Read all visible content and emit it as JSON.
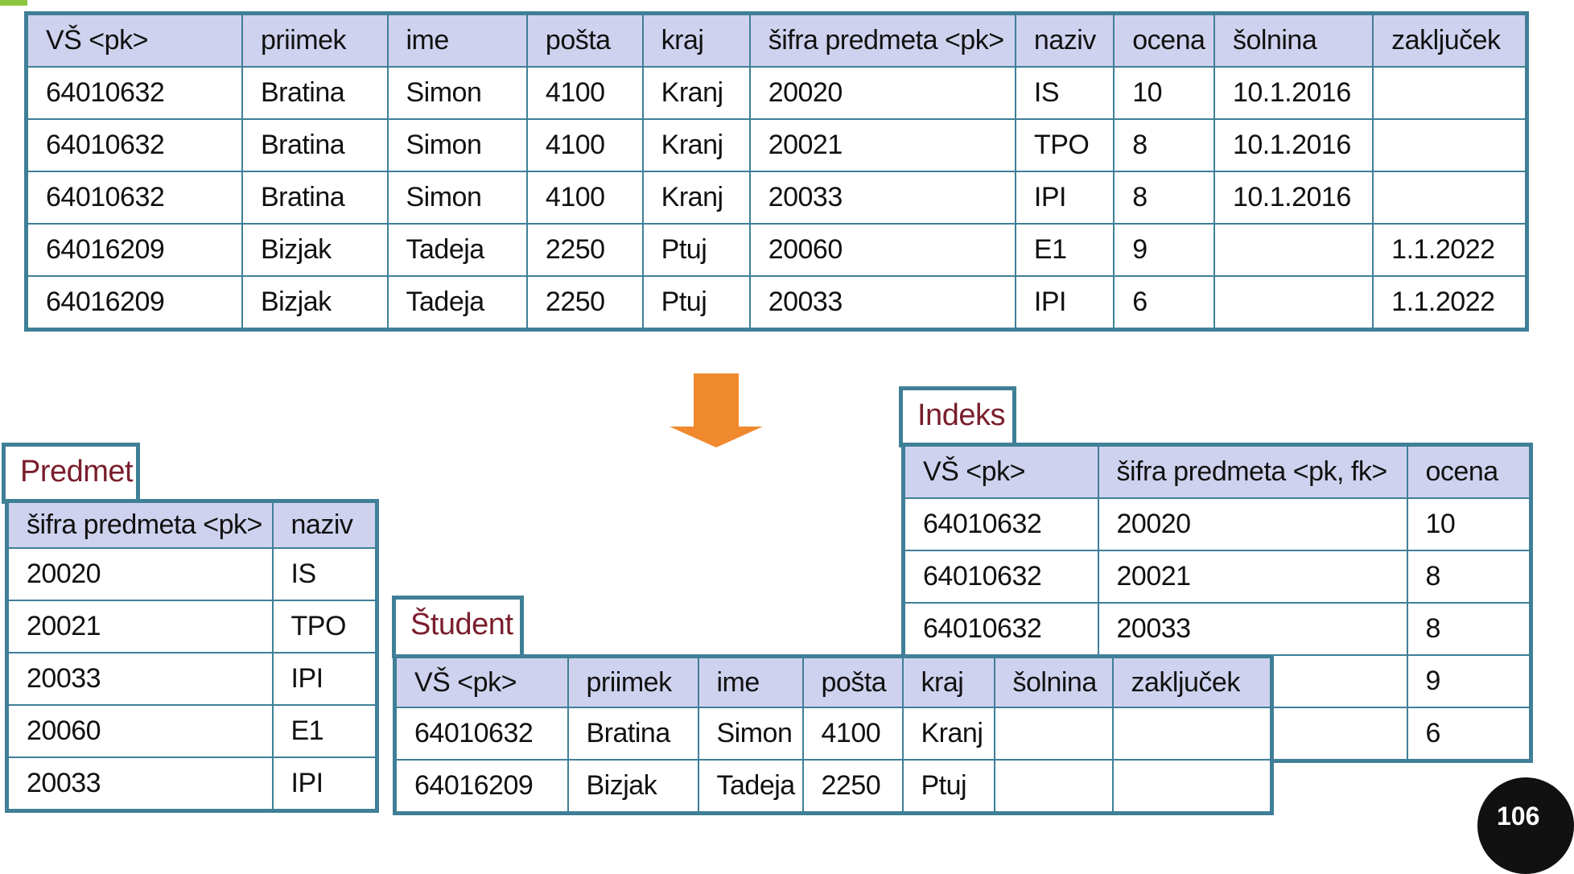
{
  "main_table": {
    "headers": [
      "VŠ <pk>",
      "priimek",
      "ime",
      "pošta",
      "kraj",
      "šifra predmeta <pk>",
      "naziv",
      "ocena",
      "šolnina",
      "zaključek"
    ],
    "rows": [
      [
        "64010632",
        "Bratina",
        "Simon",
        "4100",
        "Kranj",
        "20020",
        "IS",
        "10",
        "10.1.2016",
        ""
      ],
      [
        "64010632",
        "Bratina",
        "Simon",
        "4100",
        "Kranj",
        "20021",
        "TPO",
        "8",
        "10.1.2016",
        ""
      ],
      [
        "64010632",
        "Bratina",
        "Simon",
        "4100",
        "Kranj",
        "20033",
        "IPI",
        "8",
        "10.1.2016",
        ""
      ],
      [
        "64016209",
        "Bizjak",
        "Tadeja",
        "2250",
        "Ptuj",
        "20060",
        "E1",
        "9",
        "",
        "1.1.2022"
      ],
      [
        "64016209",
        "Bizjak",
        "Tadeja",
        "2250",
        "Ptuj",
        "20033",
        "IPI",
        "6",
        "",
        "1.1.2022"
      ]
    ]
  },
  "indeks_table": {
    "title": "Indeks",
    "headers": [
      "VŠ <pk>",
      "šifra predmeta <pk, fk>",
      "ocena"
    ],
    "rows": [
      [
        "64010632",
        "20020",
        "10"
      ],
      [
        "64010632",
        "20021",
        "8"
      ],
      [
        "64010632",
        "20033",
        "8"
      ],
      [
        "",
        "",
        "9"
      ],
      [
        "",
        "",
        "6"
      ]
    ]
  },
  "predmet_table": {
    "title": "Predmet",
    "headers": [
      "šifra predmeta <pk>",
      "naziv"
    ],
    "rows": [
      [
        "20020",
        "IS"
      ],
      [
        "20021",
        "TPO"
      ],
      [
        "20033",
        "IPI"
      ],
      [
        "20060",
        "E1"
      ],
      [
        "20033",
        "IPI"
      ]
    ]
  },
  "student_table": {
    "title": "Študent",
    "headers": [
      "VŠ <pk>",
      "priimek",
      "ime",
      "pošta",
      "kraj",
      "šolnina",
      "zaključek"
    ],
    "rows": [
      [
        "64010632",
        "Bratina",
        "Simon",
        "4100",
        "Kranj",
        "",
        ""
      ],
      [
        "64016209",
        "Bizjak",
        "Tadeja",
        "2250",
        "Ptuj",
        "",
        ""
      ]
    ]
  },
  "arrow_icon": "down-arrow-icon",
  "page_number": "106",
  "colors": {
    "border": "#3f7f97",
    "header_fill": "#cfd2ee",
    "title_text": "#7a1e2c",
    "arrow": "#f0892e",
    "corner_mark": "#8dc63f"
  }
}
